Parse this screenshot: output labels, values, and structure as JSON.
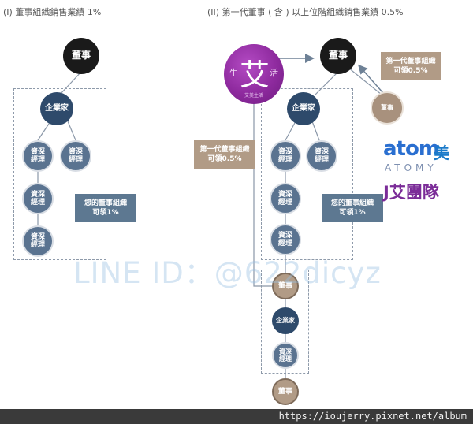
{
  "titles": {
    "left": "(I) 董事組織銷售業績 1%",
    "right": "(II) 第一代董事 ( 含 ) 以上位階組織銷售業績 0.5%"
  },
  "nodes": {
    "director": "董事",
    "entrepreneur": "企業家",
    "senior_manager_line1": "資深",
    "senior_manager_line2": "經理"
  },
  "labels": {
    "your_org_line1": "您的董事組織",
    "your_org_line2": "可領1%",
    "first_gen_line1": "第一代董事組織",
    "first_gen_line2": "可領0.5%"
  },
  "logo": {
    "char": "艾",
    "left": "生",
    "right": "活",
    "sub": "艾美生活"
  },
  "brand": {
    "atom": "atom",
    "mei": "美",
    "atomy": "ATOMY",
    "team": "J艾團隊"
  },
  "watermark": "LINE ID：@622dicyz",
  "footer": "https://ioujerry.pixnet.net/album",
  "colors": {
    "director": "#1a1a1a",
    "entrepreneur": "#2e4a6b",
    "manager": "#5a7390",
    "upline_director": "#b19b86",
    "logo_purple": "#8e2a9e",
    "team_purple": "#7b2c98"
  }
}
